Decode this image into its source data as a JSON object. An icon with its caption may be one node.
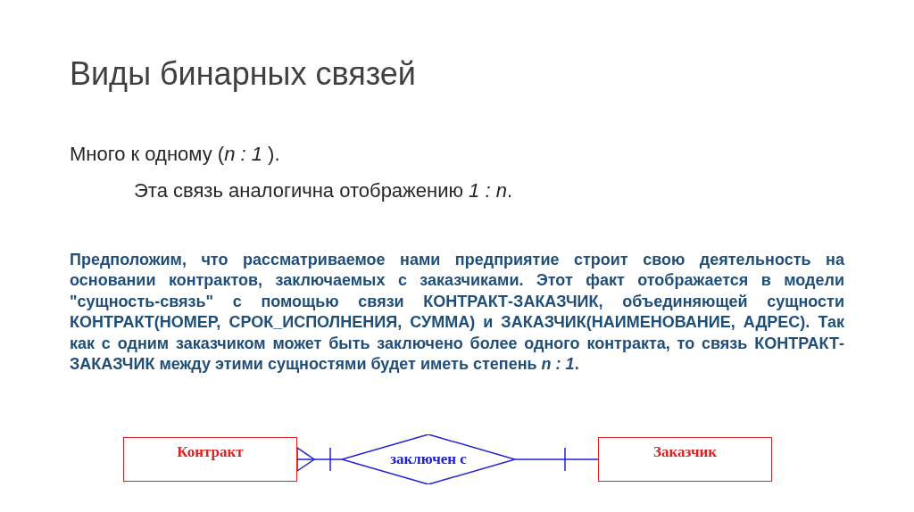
{
  "diagram": {
    "title": "Виды бинарных связей",
    "nodes": [
      {
        "text": [
          "Контракт"
        ]
      },
      {
        "text": [
          "заключен с"
        ]
      },
      {
        "text": [
          "Заказчик"
        ]
      }
    ],
    "edges": [
      {
        "from": 0,
        "to": 1,
        "arrow": "other"
      },
      {
        "from": 1,
        "to": 2,
        "arrow": "other"
      }
    ],
    "labels": [
      "Много к одному (*n : 1* ).",
      "Эта связь аналогична отображению *1 : n*.",
      "Предположим, что рассматриваемое нами предприятие строит свою деятельность на основании контрактов, заключаемых с заказчиками. Этот факт отображается в модели \"сущность-связь\" с помощью связи КОНТРАКТ-ЗАКАЗЧИК, объединяющей сущности КОНТРАКТ(НОМЕР, СРОК_ИСПОЛНЕНИЯ, СУММА) и ЗАКАЗЧИК(НАИМЕНОВАНИЕ, АДРЕС). Так как с одним заказчиком может быть заключено более одного контракта, то связь КОНТРАКТ-ЗАКАЗЧИК между этими сущностями будет иметь степень *n : 1*."
    ]
  }
}
